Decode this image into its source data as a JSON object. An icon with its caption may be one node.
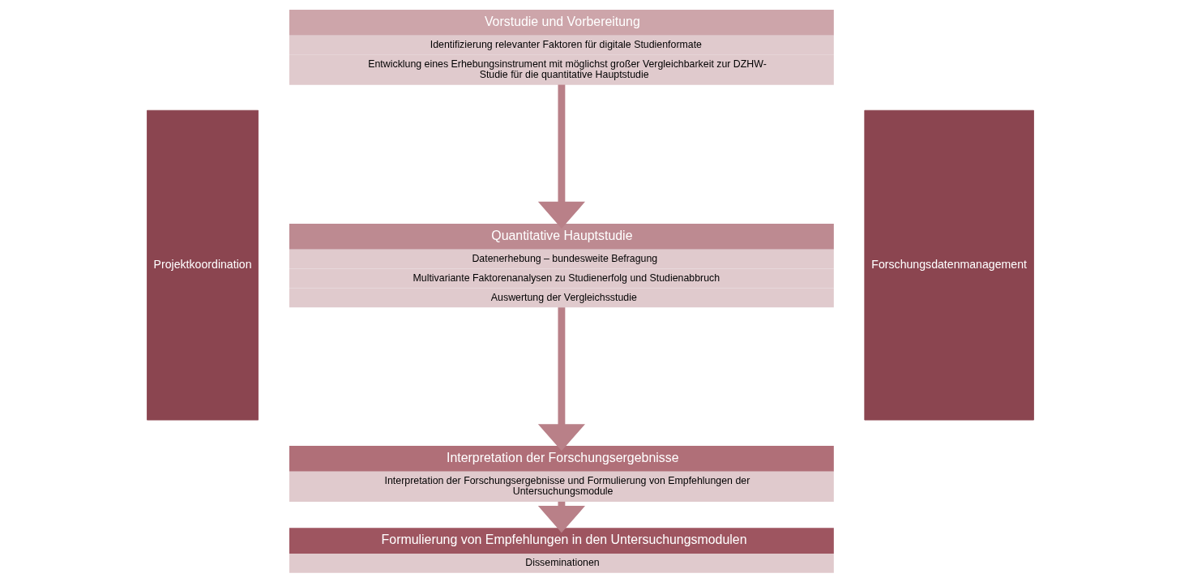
{
  "diagram": {
    "nodes": [
      {
        "text": [
          "Projektkoordination"
        ]
      },
      {
        "text": [
          "Vorstudie und Vorbereitung",
          "Identifizierung relevanter Faktoren für digitale Studienformate",
          "Entwicklung eines Erhebungsinstrument mit möglichst großer Vergleichbarkeit zur DZHW-Studie für die quantitative Hauptstudie"
        ]
      },
      {
        "text": [
          "Quantitative Hauptstudie",
          "Datenerhebung – bundesweite Befragung",
          "Multivariante Faktorenanalysen zu Studienerfolg und Studienabbruch",
          "Auswertung der Vergleichsstudie"
        ]
      },
      {
        "text": [
          "Interpretation der Forschungsergebnisse",
          "Interpretation der Forschungsergebnisse und Formulierung von Empfehlungen der Untersuchungsmodule"
        ]
      },
      {
        "text": [
          "Formulierung von Empfehlungen in den Untersuchungsmodulen",
          "Disseminationen"
        ]
      },
      {
        "text": [
          "Forschungsdatenmanagement"
        ]
      }
    ],
    "edges": [
      {
        "from": 1,
        "to": 2,
        "arrow": "to"
      },
      {
        "from": 2,
        "to": 3,
        "arrow": "to"
      },
      {
        "from": 3,
        "to": 4,
        "arrow": "to"
      }
    ]
  }
}
